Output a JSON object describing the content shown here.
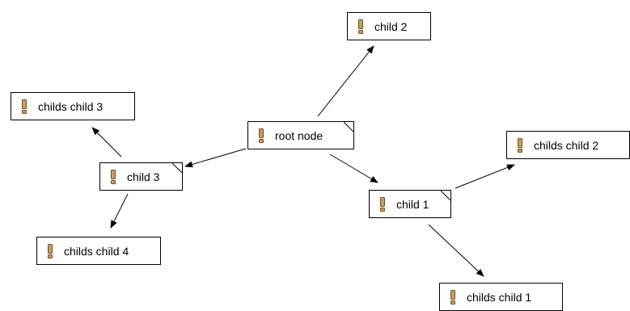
{
  "diagram": {
    "nodes": [
      {
        "id": "child-2",
        "label": "child 2",
        "icon": "exclamation-icon"
      },
      {
        "id": "childs-child-3",
        "label": "childs child 3",
        "icon": "exclamation-icon"
      },
      {
        "id": "root-node",
        "label": "root node",
        "icon": "exclamation-icon"
      },
      {
        "id": "childs-child-2",
        "label": "childs child 2",
        "icon": "exclamation-icon"
      },
      {
        "id": "child-3",
        "label": "child 3",
        "icon": "exclamation-icon"
      },
      {
        "id": "child-1",
        "label": "child 1",
        "icon": "exclamation-icon"
      },
      {
        "id": "childs-child-4",
        "label": "childs child 4",
        "icon": "exclamation-icon"
      },
      {
        "id": "childs-child-1",
        "label": "childs child 1",
        "icon": "exclamation-icon"
      }
    ],
    "edges": [
      {
        "from": "root-node",
        "to": "child-2"
      },
      {
        "from": "root-node",
        "to": "child-3"
      },
      {
        "from": "root-node",
        "to": "child-1"
      },
      {
        "from": "child-3",
        "to": "childs-child-3"
      },
      {
        "from": "child-3",
        "to": "childs-child-4"
      },
      {
        "from": "child-1",
        "to": "childs-child-2"
      },
      {
        "from": "child-1",
        "to": "childs-child-1"
      }
    ],
    "colors": {
      "node_border": "#000000",
      "node_fill": "#ffffff",
      "edge": "#000000",
      "icon_body": "#c8a060",
      "icon_outline": "#6b4a1e"
    }
  }
}
